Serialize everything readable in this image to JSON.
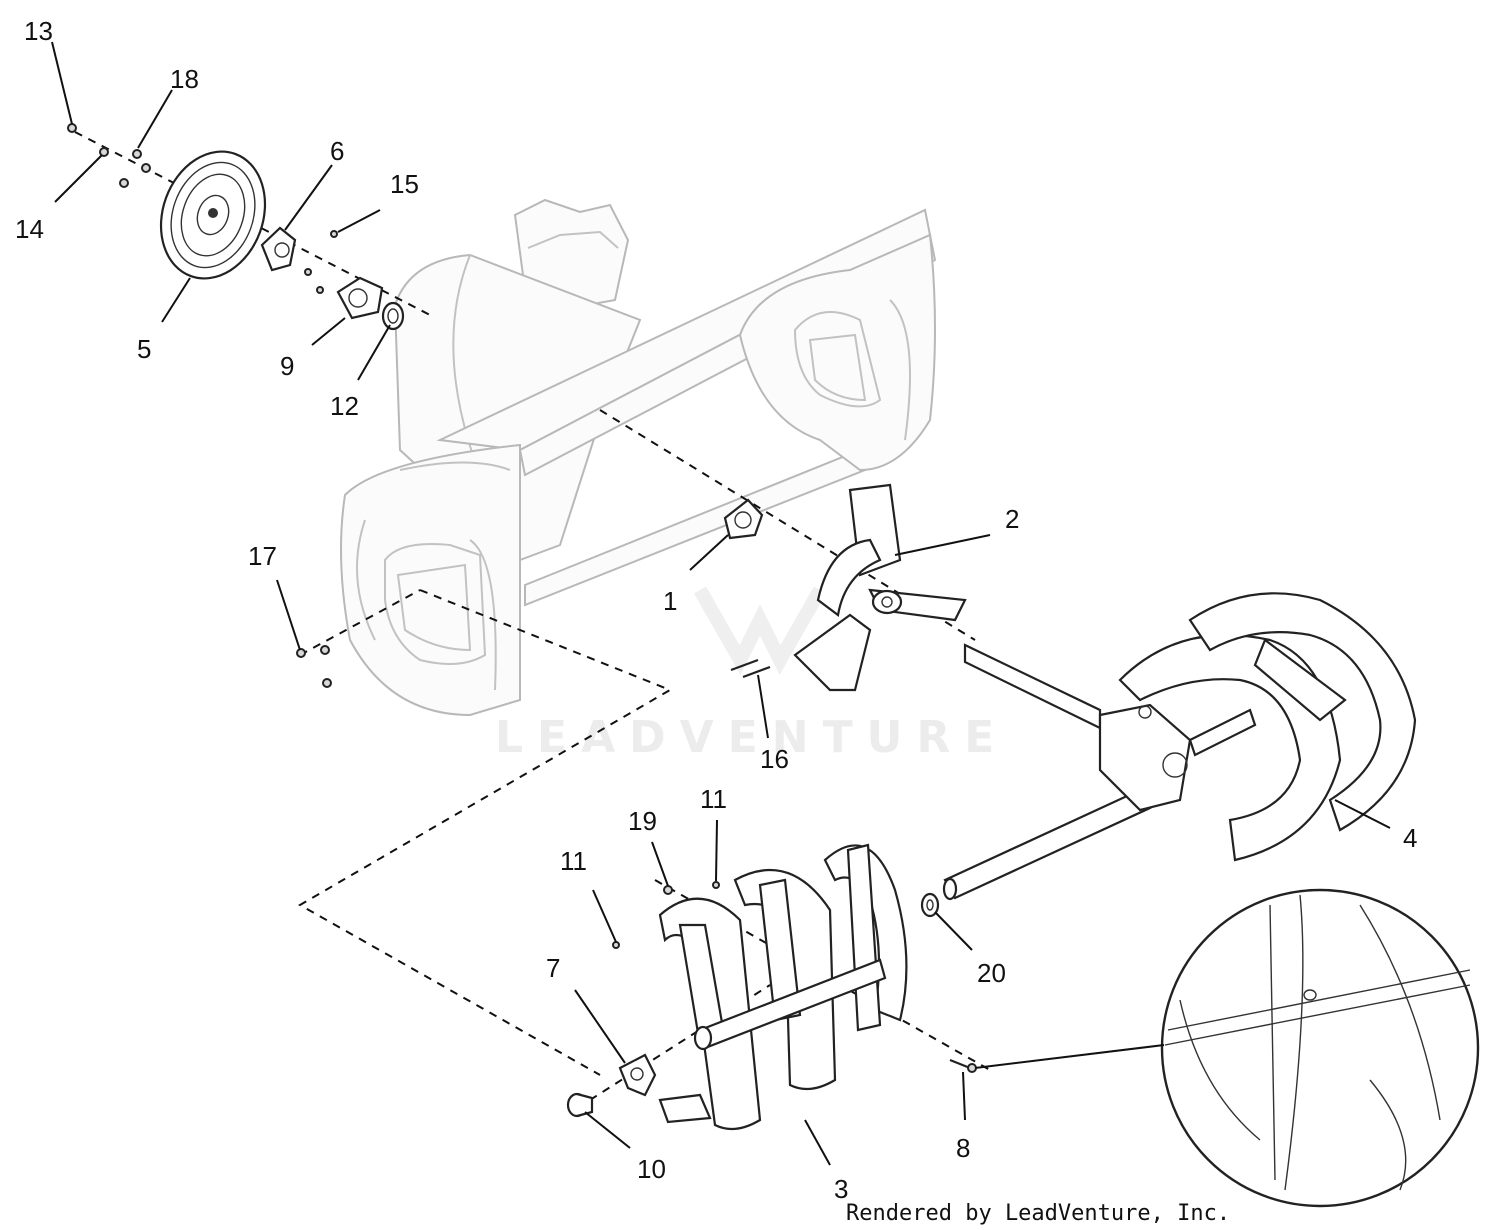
{
  "watermark_text": "LEADVENTURE",
  "footer_text": "Rendered by LeadVenture, Inc.",
  "callouts": [
    {
      "id": "13",
      "label": "13"
    },
    {
      "id": "18",
      "label": "18"
    },
    {
      "id": "6",
      "label": "6"
    },
    {
      "id": "15",
      "label": "15"
    },
    {
      "id": "14",
      "label": "14"
    },
    {
      "id": "5",
      "label": "5"
    },
    {
      "id": "9",
      "label": "9"
    },
    {
      "id": "12",
      "label": "12"
    },
    {
      "id": "2",
      "label": "2"
    },
    {
      "id": "17",
      "label": "17"
    },
    {
      "id": "1",
      "label": "1"
    },
    {
      "id": "16",
      "label": "16"
    },
    {
      "id": "4",
      "label": "4"
    },
    {
      "id": "11a",
      "label": "11"
    },
    {
      "id": "19",
      "label": "19"
    },
    {
      "id": "11b",
      "label": "11"
    },
    {
      "id": "7",
      "label": "7"
    },
    {
      "id": "20",
      "label": "20"
    },
    {
      "id": "8",
      "label": "8"
    },
    {
      "id": "10",
      "label": "10"
    },
    {
      "id": "3",
      "label": "3"
    }
  ]
}
